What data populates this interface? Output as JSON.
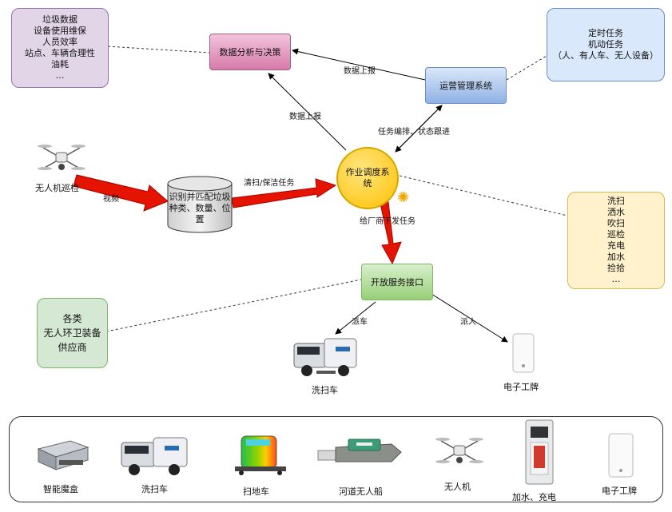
{
  "notes": {
    "left_top": [
      "垃圾数据",
      "设备使用维保",
      "人员效率",
      "站点、车辆合理性",
      "油耗",
      "…"
    ],
    "right_top": [
      "定时任务",
      "机动任务",
      "（人、有人车、无人设备）"
    ],
    "right_mid": [
      "洗扫",
      "洒水",
      "吹扫",
      "巡检",
      "充电",
      "加水",
      "捡拾",
      "…"
    ],
    "left_mid": [
      "各类",
      "无人环卫装备",
      "供应商"
    ]
  },
  "nodes": {
    "analysis": "数据分析与决策",
    "ops": "运营管理系统",
    "dispatch": "作业调度系统",
    "recognize": "识别并匹配垃圾种类、数量、位置",
    "api": "开放服务接口"
  },
  "edges": {
    "ops_to_analysis": "数据上报",
    "dispatch_to_analysis": "数据上报",
    "dispatch_ops": "任务编排、状态跟进",
    "video": "视频",
    "clean_task": "清扫/保洁任务",
    "issue_task": "给厂商下发任务",
    "dispatch_car": "派车",
    "dispatch_person": "派人"
  },
  "devices": {
    "drone_patrol": "无人机巡检",
    "sweeper_top": "洗扫车",
    "badge_top": "电子工牌"
  },
  "footer": {
    "items": [
      "智能魔盒",
      "洗扫车",
      "扫地车",
      "河道无人船",
      "无人机",
      "加水、充电",
      "电子工牌"
    ]
  },
  "colors": {
    "note_purple": "#e1d5e7",
    "note_blue": "#dae8fc",
    "note_yellow": "#fff2cc",
    "note_green": "#d5e8d4",
    "analysis_pink": "#e6a0c4",
    "ops_blue": "#a9c4eb",
    "api_green": "#b9e0a5",
    "dispatch_gold": "#ffcd28",
    "red_arrow": "#e51400"
  }
}
